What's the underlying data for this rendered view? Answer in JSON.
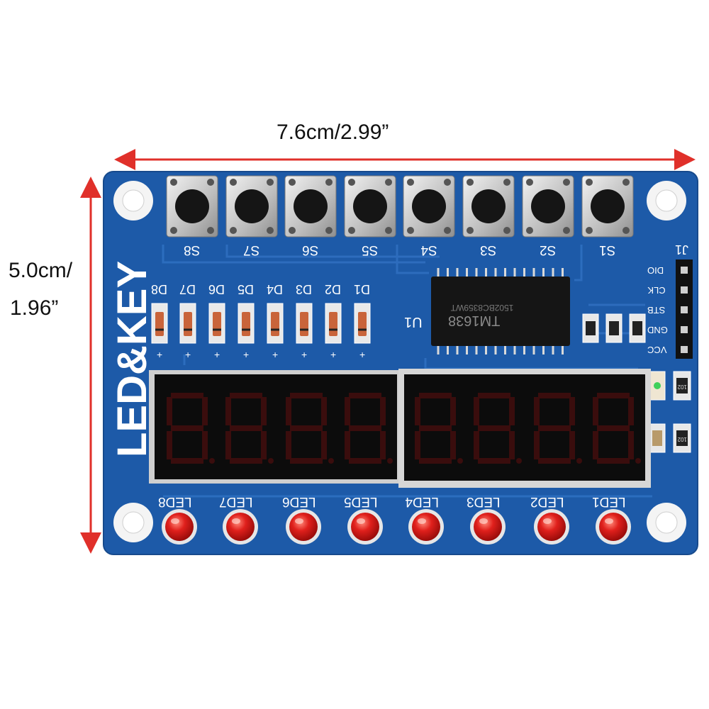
{
  "dimensions": {
    "width_label": "7.6cm/2.99”",
    "height_label_line1": "5.0cm/",
    "height_label_line2": "1.96”",
    "arrow_color": "#e0302a"
  },
  "board": {
    "name": "LED&KEY",
    "pcb_color": "#1d5aa8",
    "ic_label": "U1",
    "ic_marking": "TM1638",
    "ic_code": "1502BC8359WT",
    "header_label": "J1",
    "header_pins": [
      "DIO",
      "CLK",
      "STB",
      "GND",
      "VCC"
    ],
    "buttons": [
      "S8",
      "S7",
      "S6",
      "S5",
      "S4",
      "S3",
      "S2",
      "S1"
    ],
    "diodes": [
      "D8",
      "D7",
      "D6",
      "D5",
      "D4",
      "D3",
      "D2",
      "D1"
    ],
    "leds": [
      "LED8",
      "LED7",
      "LED6",
      "LED5",
      "LED4",
      "LED3",
      "LED2",
      "LED1"
    ],
    "smd_codes": [
      "102",
      "102"
    ],
    "led_color": "#e0201c",
    "display_digits": 8
  }
}
